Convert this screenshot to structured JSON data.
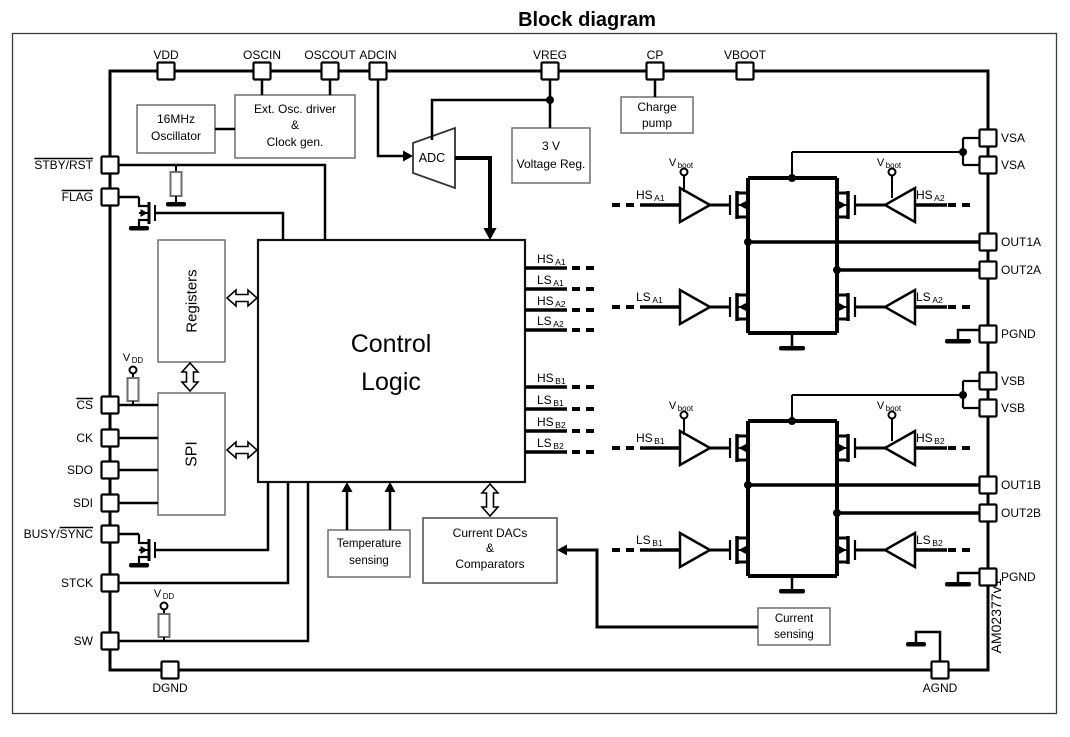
{
  "title": "Block diagram",
  "watermark": "AM02377v1",
  "pins": {
    "vdd": "VDD",
    "oscin": "OSCIN",
    "oscout": "OSCOUT",
    "adcin": "ADCIN",
    "vreg": "VREG",
    "cp": "CP",
    "vboot": "VBOOT",
    "stby": "STBY/RST",
    "flag": "FLAG",
    "cs": "CS",
    "ck": "CK",
    "sdo": "SDO",
    "sdi": "SDI",
    "busy": "BUSY/SYNC",
    "stck": "STCK",
    "sw": "SW",
    "vsa1": "VSA",
    "vsa2": "VSA",
    "out1a": "OUT1A",
    "out2a": "OUT2A",
    "pgnda": "PGND",
    "vsb1": "VSB",
    "vsb2": "VSB",
    "out1b": "OUT1B",
    "out2b": "OUT2B",
    "pgndb": "PGND",
    "dgnd": "DGND",
    "agnd": "AGND"
  },
  "blocks": {
    "osc16": {
      "l1": "16MHz",
      "l2": "Oscillator"
    },
    "extosc": {
      "l1": "Ext. Osc. driver",
      "l2": "&",
      "l3": "Clock gen."
    },
    "adc": "ADC",
    "vreg3": {
      "l1": "3 V",
      "l2": "Voltage Reg."
    },
    "cpump": {
      "l1": "Charge",
      "l2": "pump"
    },
    "registers": "Registers",
    "spi": "SPI",
    "control": {
      "l1": "Control",
      "l2": "Logic"
    },
    "temp": {
      "l1": "Temperature",
      "l2": "sensing"
    },
    "dacs": {
      "l1": "Current DACs",
      "l2": "&",
      "l3": "Comparators"
    },
    "csense": {
      "l1": "Current",
      "l2": "sensing"
    }
  },
  "gates": {
    "hs_a1": {
      "t": "HS",
      "s": "A1"
    },
    "ls_a1": {
      "t": "LS",
      "s": "A1"
    },
    "hs_a2": {
      "t": "HS",
      "s": "A2"
    },
    "ls_a2": {
      "t": "LS",
      "s": "A2"
    },
    "hs_b1": {
      "t": "HS",
      "s": "B1"
    },
    "ls_b1": {
      "t": "LS",
      "s": "B1"
    },
    "hs_b2": {
      "t": "HS",
      "s": "B2"
    },
    "ls_b2": {
      "t": "LS",
      "s": "B2"
    }
  },
  "symbols": {
    "vboot": {
      "t": "V",
      "s": "boot"
    },
    "vdd": {
      "t": "V",
      "s": "DD"
    }
  },
  "colors": {
    "ink": "#000000",
    "box_border": "#6e6e6e",
    "background": "#ffffff"
  }
}
